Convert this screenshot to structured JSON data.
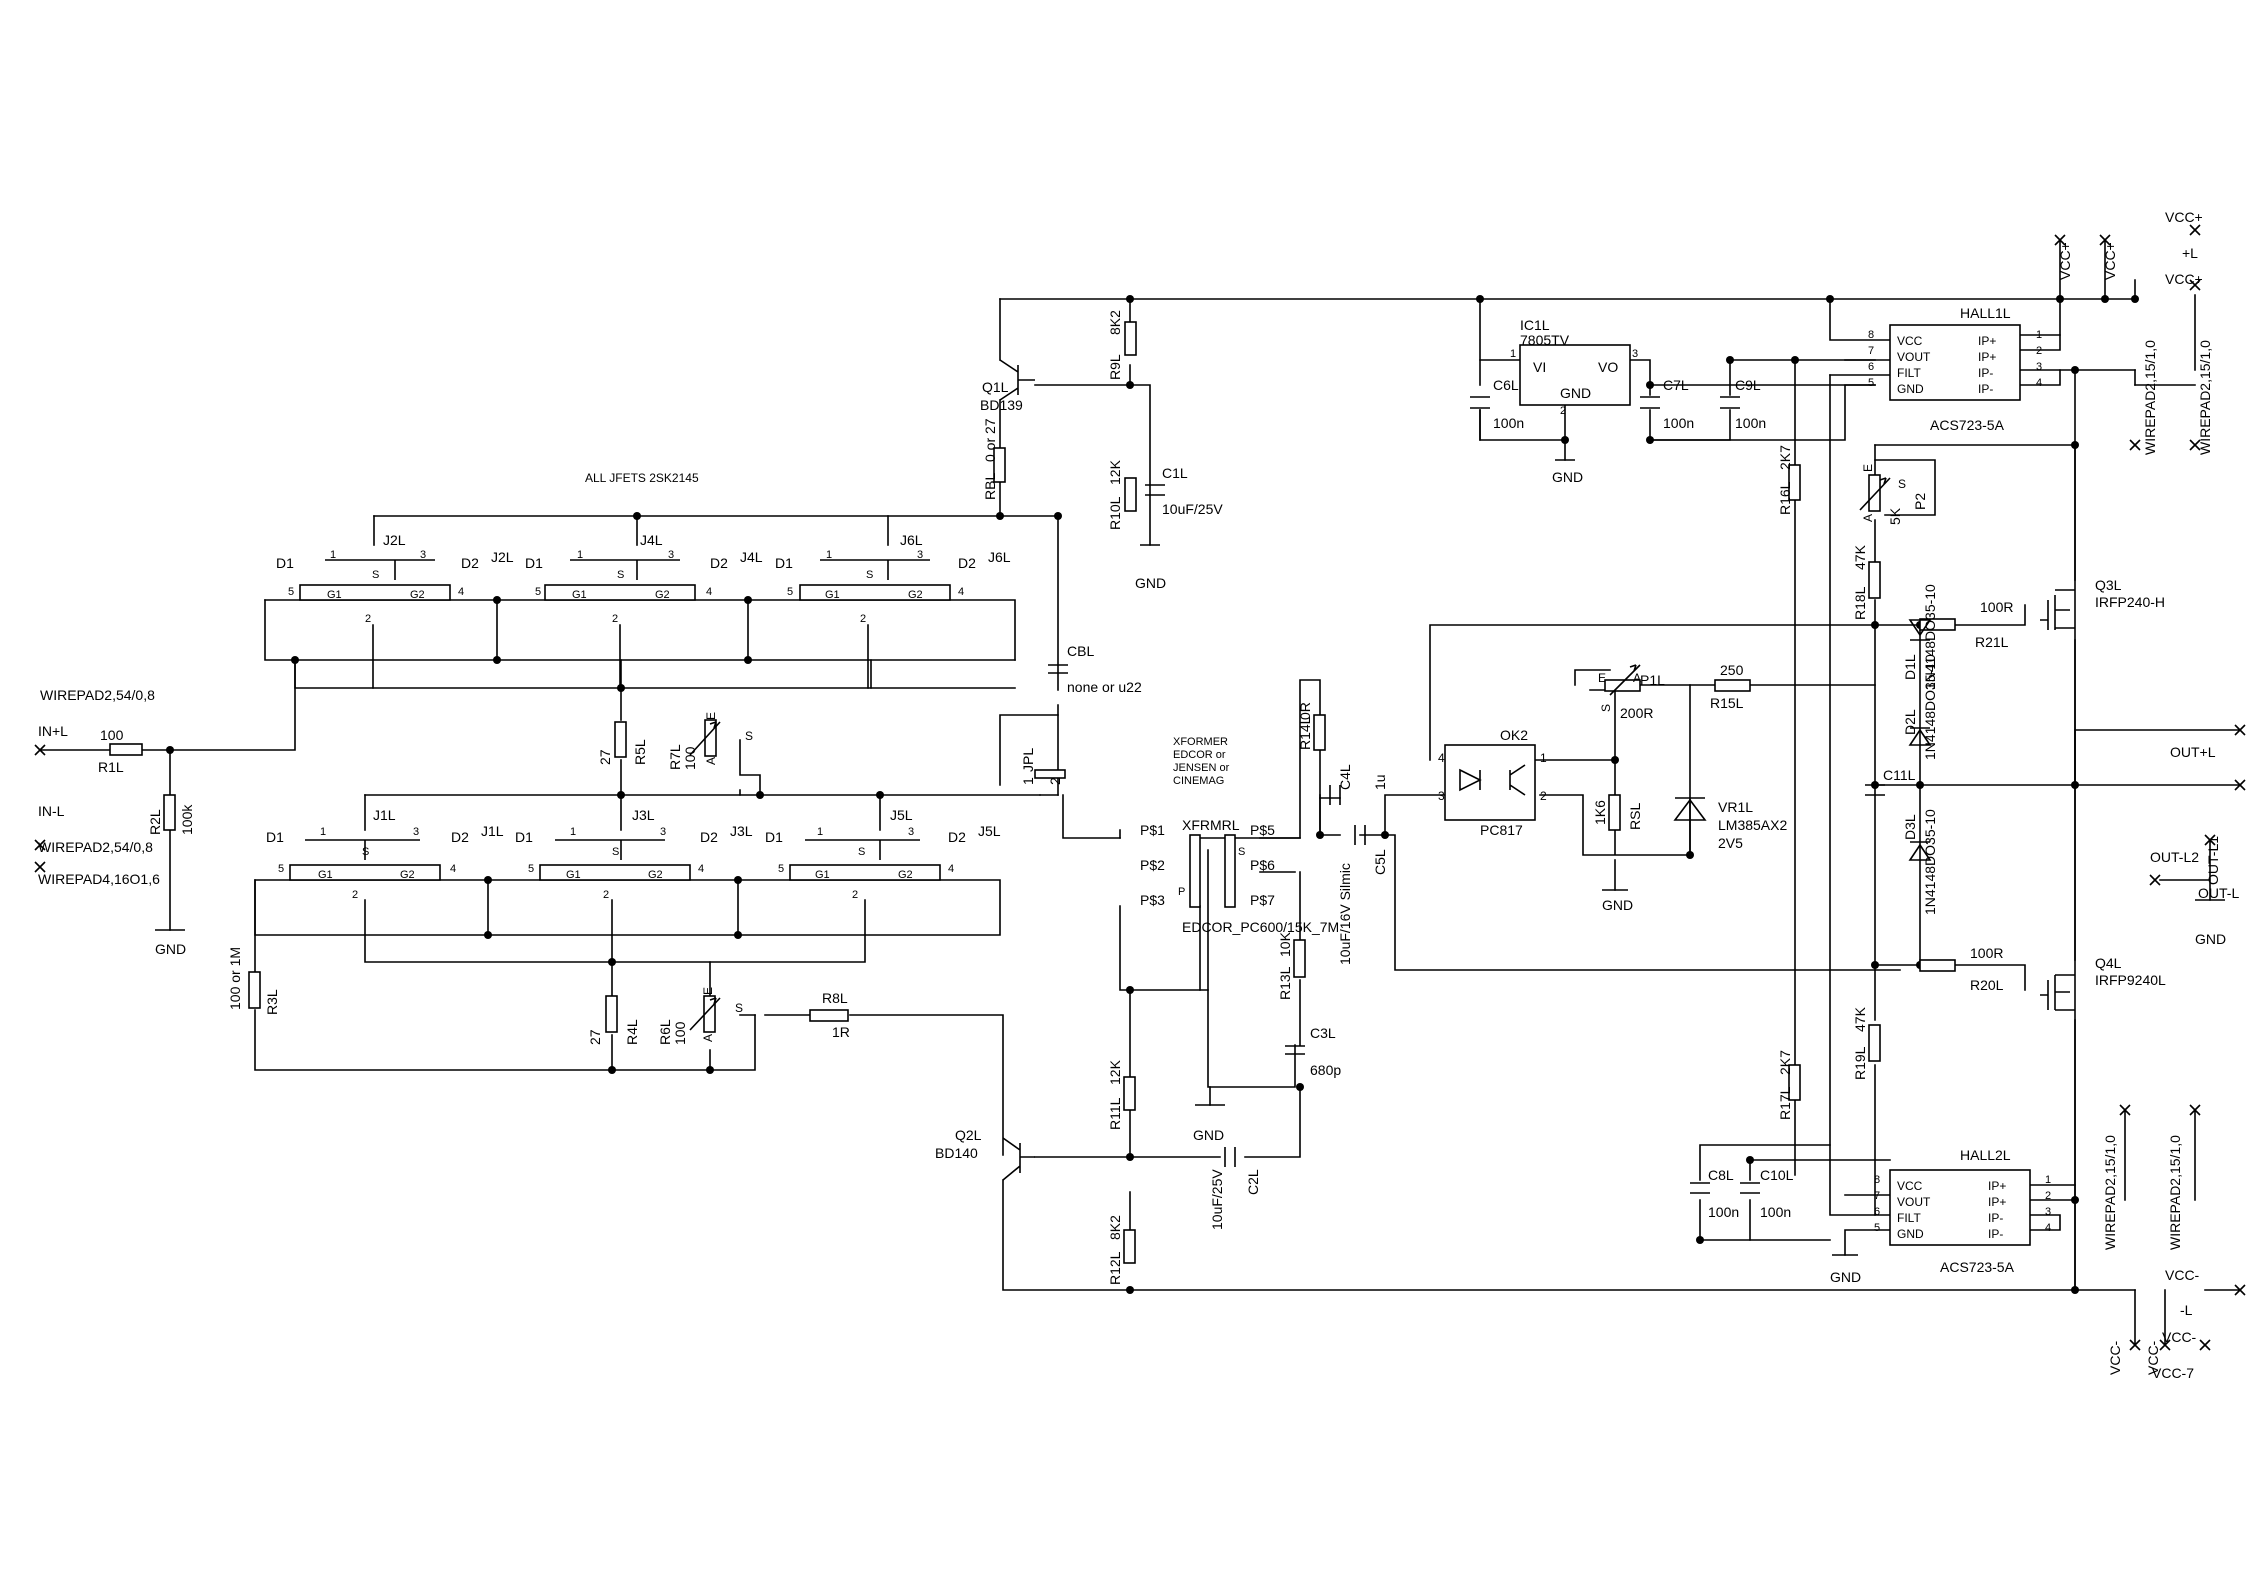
{
  "heading": "ALL JFETS 2SK2145",
  "labels": {
    "wirepad_in": "WIREPAD2,54/0,8",
    "in_l_pos": "IN+L",
    "in_l_neg": "IN-L",
    "wirepad_in2": "WIREPAD2,54/0,8",
    "wirepad4": "WIREPAD4,16O1,6",
    "gnd": "GND",
    "vcc_plus": "VCC+",
    "vcc_plus_l": "+L",
    "vcc_minus": "VCC-",
    "vcc_minus_l": "-L",
    "vcc_minus_7": "VCC-7",
    "out_plus_l": "OUT+L",
    "out_l1": "OUT-L1",
    "out_l2": "OUT-L2",
    "out_l": "OUT-L",
    "wirepad_215": "WIREPAD2,15/1,0",
    "xformer_note": [
      "XFORMER",
      "EDCOR or",
      "JENSEN or",
      "CINEMAG"
    ],
    "none_or_u22": "none or u22",
    "hundred_or_1m": "100 or 1M"
  },
  "jfets": {
    "top": [
      "J2L",
      "J4L",
      "J6L"
    ],
    "top_alt": [
      "J2L",
      "J4L",
      "J6L"
    ],
    "bottom": [
      "J1L",
      "J3L",
      "J5L"
    ],
    "bottom_alt": [
      "J1L",
      "J3L",
      "J5L"
    ],
    "pins": {
      "d1": "D1",
      "d2": "D2",
      "s": "S",
      "g1": "G1",
      "g2": "G2",
      "p1": "1",
      "p2": "2",
      "p3": "3",
      "p4": "4",
      "p5": "5"
    }
  },
  "components": {
    "r1": {
      "ref": "R1L",
      "value": "100"
    },
    "r2": {
      "ref": "R2L",
      "value": "100k"
    },
    "r3": {
      "ref": "R3L"
    },
    "r4": {
      "ref": "R4L",
      "value": "27"
    },
    "r5": {
      "ref": "R5L",
      "value": "27"
    },
    "r6": {
      "ref": "R6L",
      "value": "100"
    },
    "r7": {
      "ref": "R7L",
      "value": "100"
    },
    "r8": {
      "ref": "R8L",
      "value": "1R"
    },
    "rbl": {
      "ref": "RBL",
      "value": "0 or 27"
    },
    "r9": {
      "ref": "R9L",
      "value": "8K2"
    },
    "r10": {
      "ref": "R10L",
      "value": "12K"
    },
    "c1": {
      "ref": "C1L",
      "value": "10uF/25V"
    },
    "q1": {
      "ref": "Q1L",
      "value": "BD139"
    },
    "q2": {
      "ref": "Q2L",
      "value": "BD140"
    },
    "cbl": {
      "ref": "CBL"
    },
    "jpl": {
      "ref": "JPL",
      "pin1": "1",
      "pin2": "2"
    },
    "xfmr": {
      "ref": "XFRMRL",
      "value": "EDCOR_PC600/15K_7M",
      "pins": [
        "P$1",
        "P$2",
        "P$3",
        "P$5",
        "P$6",
        "P$7"
      ],
      "p": "P",
      "s": "S"
    },
    "r11": {
      "ref": "R11L",
      "value": "12K"
    },
    "r12": {
      "ref": "R12L",
      "value": "8K2"
    },
    "c2": {
      "ref": "C2L",
      "value": "10uF/25V"
    },
    "r13": {
      "ref": "R13L",
      "value": "10K"
    },
    "c3": {
      "ref": "C3L",
      "value": "680p"
    },
    "r14": {
      "ref": "R14L",
      "value": "0R"
    },
    "c4": {
      "ref": "C4L",
      "value": "1u"
    },
    "c5": {
      "ref": "C5L",
      "value": "10uF/16V Silmic"
    },
    "ok2": {
      "ref": "OK2",
      "value": "PC817",
      "pins": [
        "4",
        "3",
        "1",
        "2"
      ]
    },
    "p1": {
      "ref": "P1L",
      "value": "200R",
      "e": "E",
      "a": "A",
      "s": "S"
    },
    "r15": {
      "ref": "R15L",
      "value": "250"
    },
    "rsl": {
      "ref": "RSL",
      "value": "1K6"
    },
    "vr1": {
      "ref": "VR1L",
      "value": "LM385AX2",
      "value2": "2V5"
    },
    "ic1": {
      "ref": "IC1L",
      "value": "7805TV",
      "vi": "VI",
      "vo": "VO",
      "gnd": "GND",
      "p1": "1",
      "p2": "2",
      "p3": "3"
    },
    "c6": {
      "ref": "C6L",
      "value": "100n"
    },
    "c7": {
      "ref": "C7L",
      "value": "100n"
    },
    "c9": {
      "ref": "C9L",
      "value": "100n"
    },
    "hall1": {
      "ref": "HALL1L",
      "value": "ACS723-5A"
    },
    "hall2": {
      "ref": "HALL2L",
      "value": "ACS723-5A"
    },
    "hall_pins_left": [
      "VCC",
      "VOUT",
      "FILT",
      "GND"
    ],
    "hall_pins_right": [
      "IP+",
      "IP+",
      "IP-",
      "IP-"
    ],
    "hall_nums_left": [
      "8",
      "7",
      "6",
      "5"
    ],
    "hall_nums_right": [
      "1",
      "2",
      "3",
      "4"
    ],
    "r16": {
      "ref": "R16L",
      "value": "2K7"
    },
    "r17": {
      "ref": "R17L",
      "value": "2K7"
    },
    "p2": {
      "ref": "P2",
      "value": "5K",
      "e": "E",
      "a": "A",
      "s": "S"
    },
    "r18": {
      "ref": "R18L",
      "value": "47K"
    },
    "r19": {
      "ref": "R19L",
      "value": "47K"
    },
    "d1": {
      "ref": "D1L",
      "value": "1N4148DO35-10"
    },
    "d2": {
      "ref": "D2L",
      "value": "1N4148DO35-10"
    },
    "d3": {
      "ref": "D3L",
      "value": "1N4148DO35-10"
    },
    "c11": {
      "ref": "C11L"
    },
    "r21": {
      "ref": "R21L",
      "value": "100R"
    },
    "r20": {
      "ref": "R20L",
      "value": "100R"
    },
    "q3": {
      "ref": "Q3L",
      "value": "IRFP240-H"
    },
    "q4": {
      "ref": "Q4L",
      "value": "IRFP9240L"
    },
    "c8": {
      "ref": "C8L",
      "value": "100n"
    },
    "c10": {
      "ref": "C10L",
      "value": "100n"
    }
  }
}
